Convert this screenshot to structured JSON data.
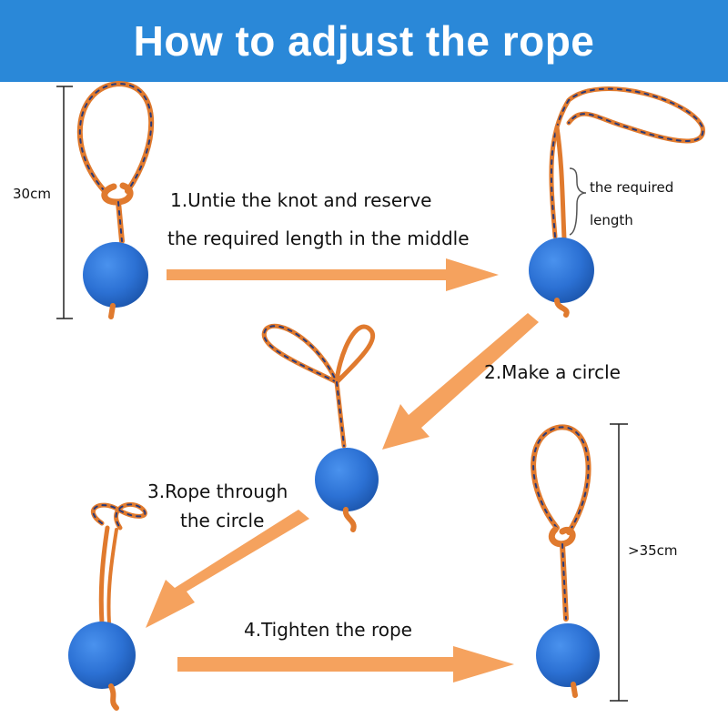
{
  "title": "How to adjust the rope",
  "steps": {
    "step1": [
      "1.Untie the knot and reserve",
      "the required length in the middle"
    ],
    "step2": "2.Make a circle",
    "step3": [
      "3.Rope through",
      "the circle"
    ],
    "step4": "4.Tighten the rope"
  },
  "annotations": {
    "required_length": [
      "the required",
      "length"
    ],
    "start_length": "30cm",
    "final_length": ">35cm"
  },
  "colors": {
    "header": "#2a88d8",
    "ball": "#2c71d4",
    "rope": "#e07a2e",
    "rope_stripe": "#2a3a78",
    "arrow": "#f5a25e",
    "title_text": "#ffffff"
  },
  "icons": [
    "ball-icon",
    "rope-icon",
    "arrow-icon"
  ]
}
